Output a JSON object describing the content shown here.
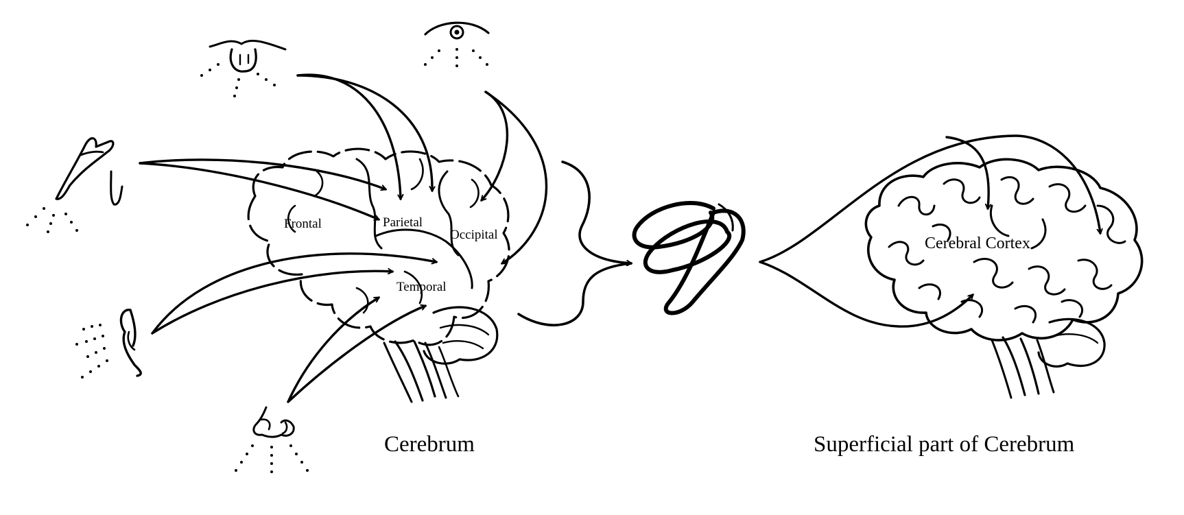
{
  "labels": {
    "frontal": "Frontal",
    "parietal": "Parietal",
    "occipital": "Occipital",
    "temporal": "Temporal",
    "cerebral_cortex": "Cerebral Cortex",
    "cerebrum_caption": "Cerebrum",
    "superficial_caption": "Superficial part of Cerebrum"
  },
  "colors": {
    "ink": "#000000",
    "background": "#ffffff"
  },
  "icons": [
    "mouth-icon",
    "eye-icon",
    "hand-icon",
    "ear-icon",
    "nose-icon",
    "cortex-fold-icon"
  ]
}
